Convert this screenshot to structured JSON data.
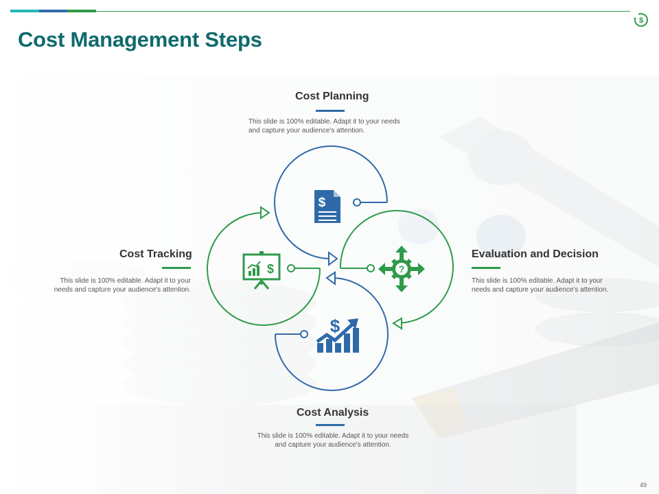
{
  "slide": {
    "title": "Cost Management Steps",
    "page_number": "49"
  },
  "colors": {
    "title": "#0f6a6c",
    "blue": "#2f6aa8",
    "green": "#2e9a4a",
    "teal": "#25b5b5",
    "text": "#333333"
  },
  "steps": [
    {
      "id": "cost-planning",
      "title": "Cost Planning",
      "description_line1": "This slide is 100% editable.  Adapt it to your needs",
      "description_line2": "and capture your audience's attention.",
      "icon": "dollar-document-icon",
      "color": "#2f6aa8"
    },
    {
      "id": "evaluation-and-decision",
      "title": "Evaluation and Decision",
      "description_line1": "This slide is 100% editable.  Adapt it to your",
      "description_line2": "needs and capture your audience's attention.",
      "icon": "question-gear-arrows-icon",
      "color": "#2e9a4a"
    },
    {
      "id": "cost-analysis",
      "title": "Cost Analysis",
      "description_line1": "This slide is 100% editable.  Adapt it to your needs",
      "description_line2": "and capture your audience's attention.",
      "icon": "dollar-growth-chart-icon",
      "color": "#2f6aa8"
    },
    {
      "id": "cost-tracking",
      "title": "Cost Tracking",
      "description_line1": "This slide is 100% editable.  Adapt it to your",
      "description_line2": "needs and capture your audience's attention.",
      "icon": "presentation-board-dollar-icon",
      "color": "#2e9a4a"
    }
  ]
}
